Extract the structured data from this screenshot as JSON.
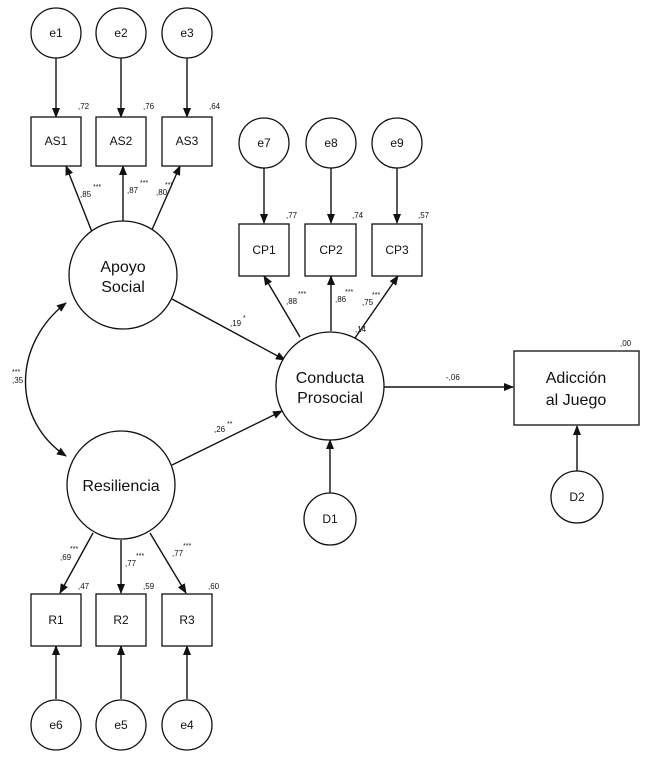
{
  "diagram": {
    "nodes": {
      "e1": "e1",
      "e2": "e2",
      "e3": "e3",
      "AS1": "AS1",
      "AS2": "AS2",
      "AS3": "AS3",
      "e7": "e7",
      "e8": "e8",
      "e9": "e9",
      "CP1": "CP1",
      "CP2": "CP2",
      "CP3": "CP3",
      "apoyo_line1": "Apoyo",
      "apoyo_line2": "Social",
      "conducta_line1": "Conducta",
      "conducta_line2": "Prosocial",
      "adiccion_line1": "Adicción",
      "adiccion_line2": "al Juego",
      "resiliencia": "Resiliencia",
      "D1": "D1",
      "D2": "D2",
      "R1": "R1",
      "R2": "R2",
      "R3": "R3",
      "e6": "e6",
      "e5": "e5",
      "e4": "e4"
    },
    "r_squared": {
      "AS1": ",72",
      "AS2": ",76",
      "AS3": ",64",
      "CP1": ",77",
      "CP2": ",74",
      "CP3": ",57",
      "R1": ",47",
      "R2": ",59",
      "R3": ",60",
      "adiccion": ",00"
    },
    "loadings": {
      "AS1": ",85",
      "AS2": ",87",
      "AS3": ",80",
      "CP1": ",88",
      "CP2": ",86",
      "CP3": ",75",
      "R1": ",69",
      "R2": ",77",
      "R3": ",77"
    },
    "paths": {
      "apoyo_conducta": ",19",
      "resiliencia_conducta": ",26",
      "conducta_adiccion": "-,06",
      "apoyo_resiliencia": ",35",
      "conducta_cp3_extra": ",14"
    },
    "significance": {
      "three": "***",
      "two": "**",
      "one": "*"
    }
  }
}
